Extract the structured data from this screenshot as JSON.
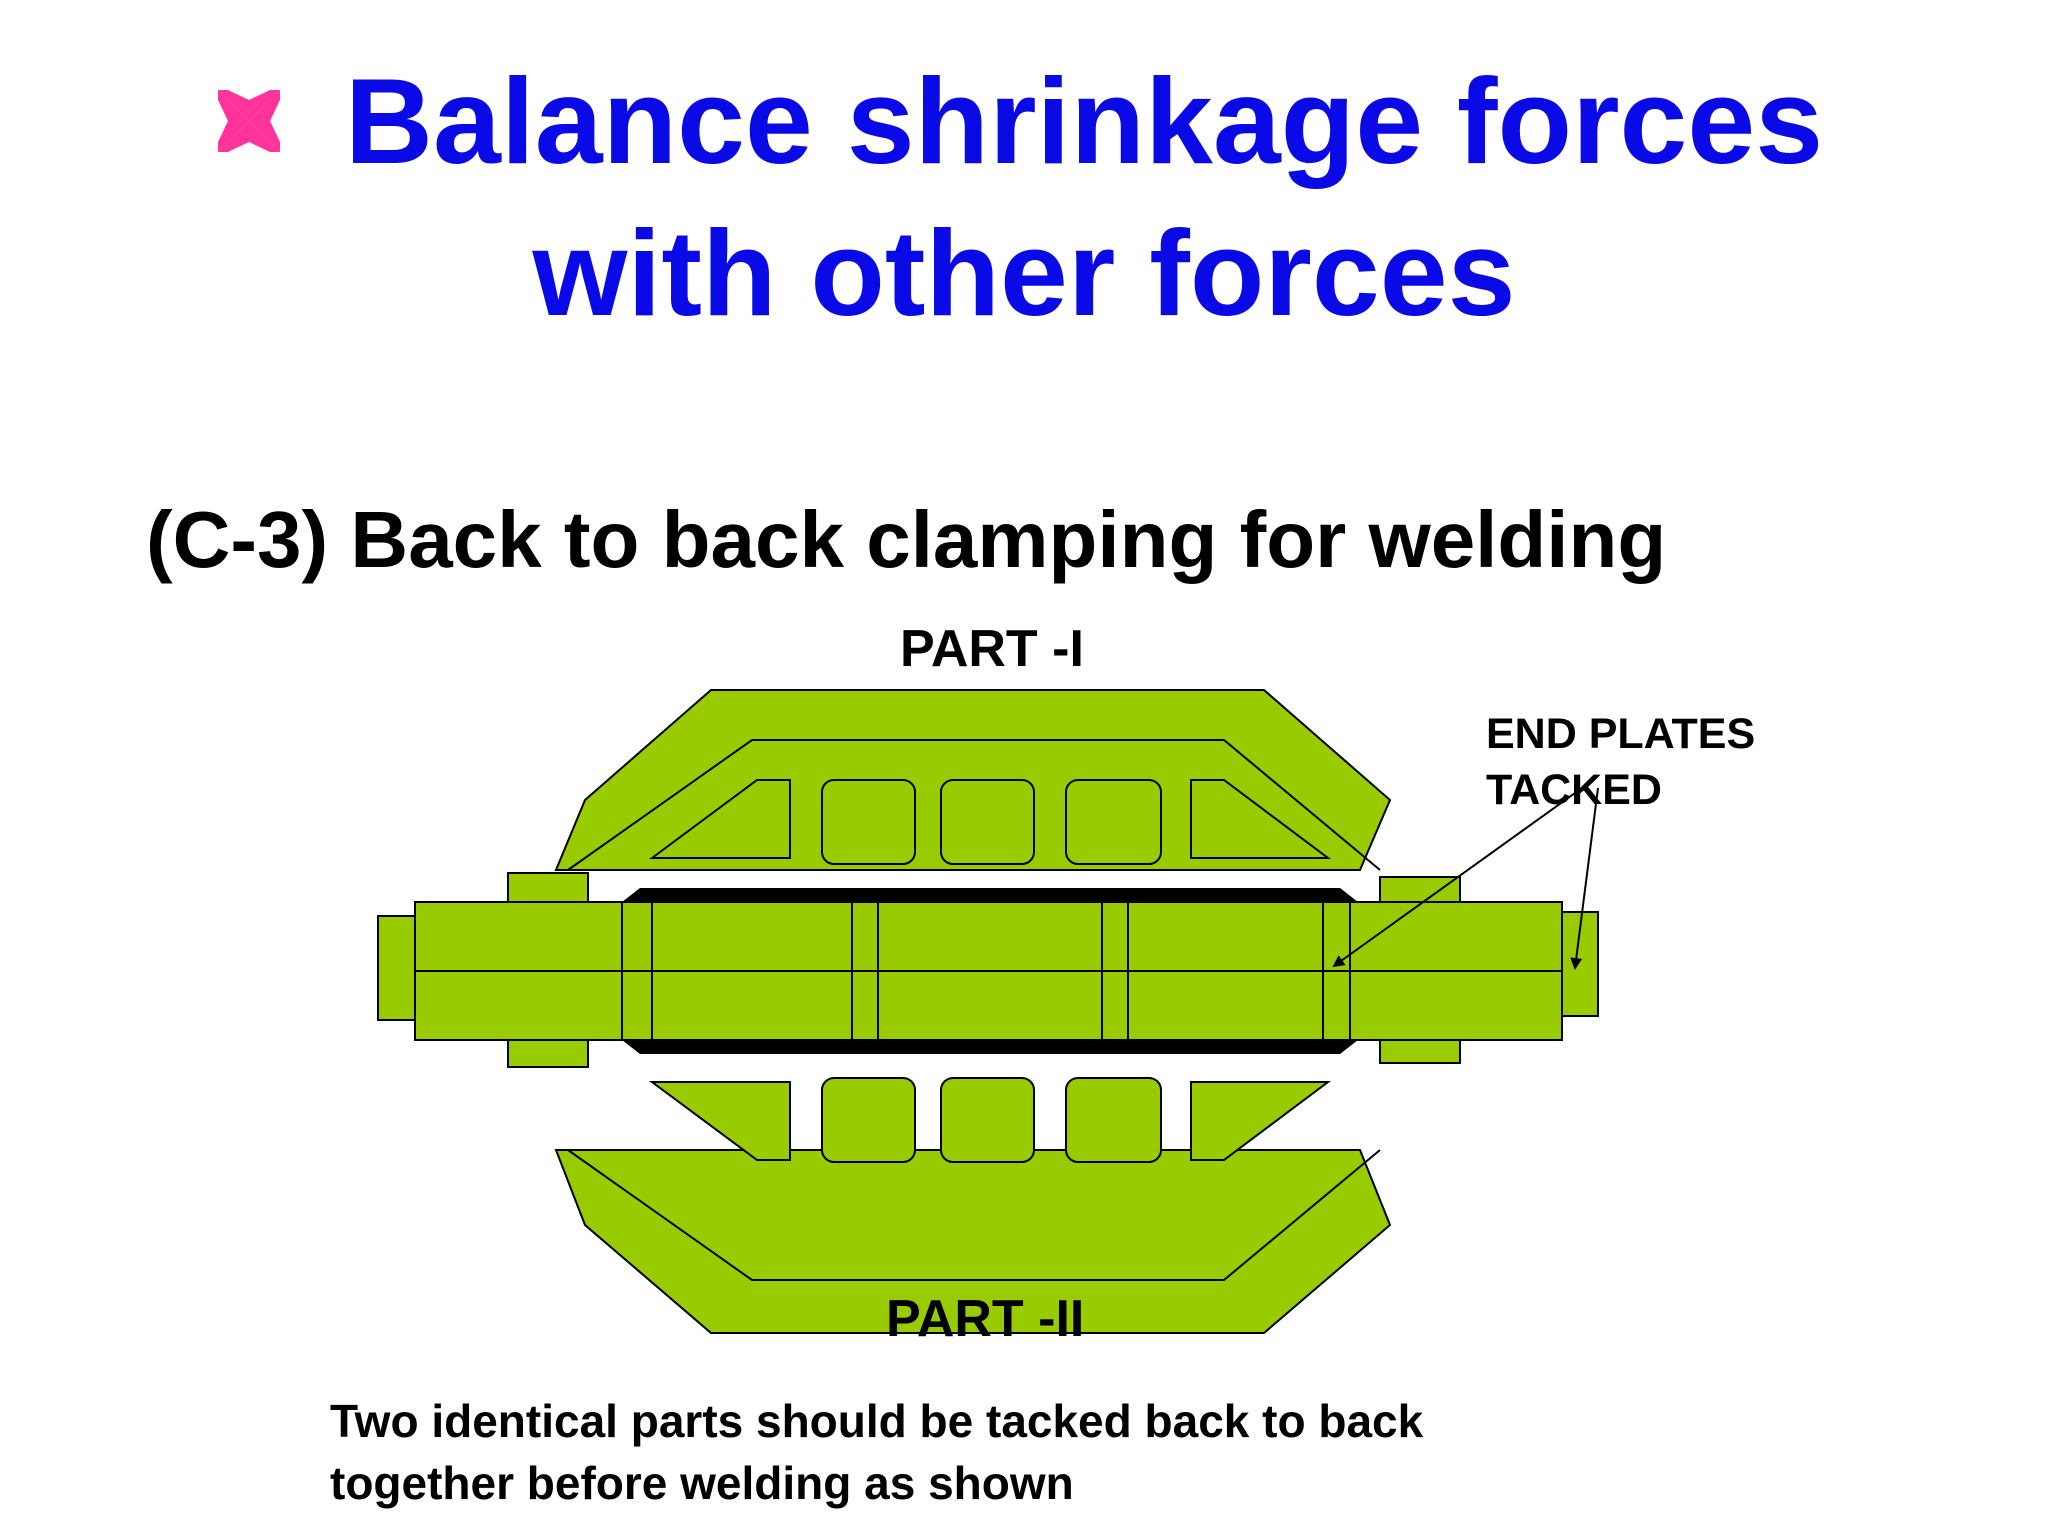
{
  "slide": {
    "bullet_icon": "maltese-cross-icon",
    "bullet_color": "#ff3399",
    "title_lines": [
      "Balance shrinkage forces",
      "with other forces"
    ],
    "title_color": "#0a0ae6",
    "subtitle": "(C-3) Back to back clamping for welding"
  },
  "diagram": {
    "fill_color": "#99cc00",
    "stroke_color": "#000000",
    "labels": {
      "part_top": "PART -I",
      "part_bottom": "PART -II",
      "end_plates": [
        "END PLATES",
        "TACKED"
      ]
    }
  },
  "caption": {
    "lines": [
      "Two identical parts should be tacked back to back",
      "together before welding as shown"
    ]
  }
}
